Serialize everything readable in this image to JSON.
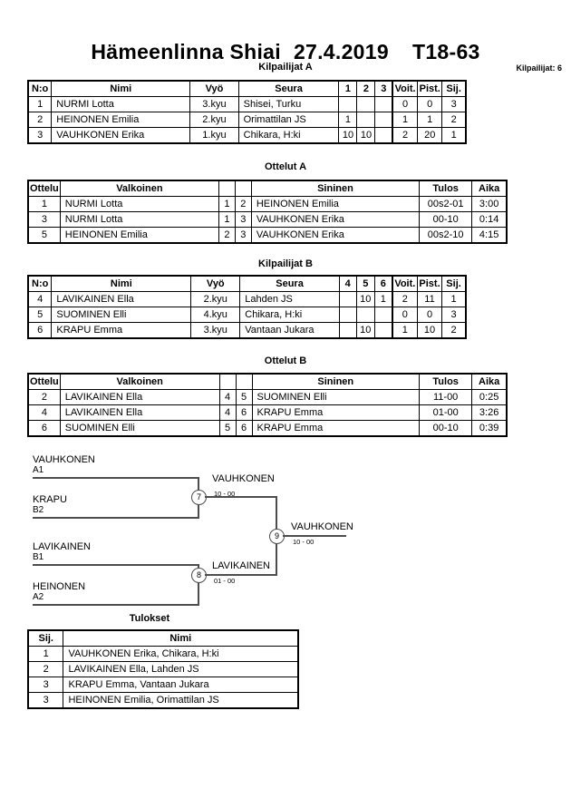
{
  "header": {
    "event": "Hämeenlinna Shiai",
    "date": "27.4.2019",
    "category": "T18-63",
    "competitor_count_label": "Kilpailijat: 6"
  },
  "sections": {
    "pool_a_caption": "Kilpailijat A",
    "matches_a_caption": "Ottelut A",
    "pool_b_caption": "Kilpailijat B",
    "matches_b_caption": "Ottelut B",
    "results_caption": "Tulokset"
  },
  "pool_headers": {
    "no": "N:o",
    "nimi": "Nimi",
    "vyo": "Vyö",
    "seura": "Seura",
    "voit": "Voit.",
    "pist": "Pist.",
    "sij": "Sij."
  },
  "pool_a": {
    "score_cols": [
      "1",
      "2",
      "3"
    ],
    "rows": [
      {
        "no": "1",
        "nimi": "NURMI Lotta",
        "vyo": "3.kyu",
        "seura": "Shisei, Turku",
        "s": [
          "",
          "",
          ""
        ],
        "voit": "0",
        "pist": "0",
        "sij": "3"
      },
      {
        "no": "2",
        "nimi": "HEINONEN Emilia",
        "vyo": "2.kyu",
        "seura": "Orimattilan JS",
        "s": [
          "1",
          "",
          ""
        ],
        "voit": "1",
        "pist": "1",
        "sij": "2"
      },
      {
        "no": "3",
        "nimi": "VAUHKONEN Erika",
        "vyo": "1.kyu",
        "seura": "Chikara, H:ki",
        "s": [
          "10",
          "10",
          ""
        ],
        "voit": "2",
        "pist": "20",
        "sij": "1"
      }
    ]
  },
  "pool_b": {
    "score_cols": [
      "4",
      "5",
      "6"
    ],
    "rows": [
      {
        "no": "4",
        "nimi": "LAVIKAINEN Ella",
        "vyo": "2.kyu",
        "seura": "Lahden JS",
        "s": [
          "",
          "10",
          "1"
        ],
        "voit": "2",
        "pist": "11",
        "sij": "1"
      },
      {
        "no": "5",
        "nimi": "SUOMINEN Elli",
        "vyo": "4.kyu",
        "seura": "Chikara, H:ki",
        "s": [
          "",
          "",
          ""
        ],
        "voit": "0",
        "pist": "0",
        "sij": "3"
      },
      {
        "no": "6",
        "nimi": "KRAPU Emma",
        "vyo": "3.kyu",
        "seura": "Vantaan Jukara",
        "s": [
          "",
          "10",
          ""
        ],
        "voit": "1",
        "pist": "10",
        "sij": "2"
      }
    ]
  },
  "match_headers": {
    "ottelu": "Ottelu",
    "valkoinen": "Valkoinen",
    "sininen": "Sininen",
    "tulos": "Tulos",
    "aika": "Aika"
  },
  "matches_a": [
    {
      "ottelu": "1",
      "white": "NURMI Lotta",
      "wn": "1",
      "bn": "2",
      "blue": "HEINONEN Emilia",
      "tulos": "00s2-01",
      "aika": "3:00"
    },
    {
      "ottelu": "3",
      "white": "NURMI Lotta",
      "wn": "1",
      "bn": "3",
      "blue": "VAUHKONEN Erika",
      "tulos": "00-10",
      "aika": "0:14"
    },
    {
      "ottelu": "5",
      "white": "HEINONEN Emilia",
      "wn": "2",
      "bn": "3",
      "blue": "VAUHKONEN Erika",
      "tulos": "00s2-10",
      "aika": "4:15"
    }
  ],
  "matches_b": [
    {
      "ottelu": "2",
      "white": "LAVIKAINEN Ella",
      "wn": "4",
      "bn": "5",
      "blue": "SUOMINEN Elli",
      "tulos": "11-00",
      "aika": "0:25"
    },
    {
      "ottelu": "4",
      "white": "LAVIKAINEN Ella",
      "wn": "4",
      "bn": "6",
      "blue": "KRAPU Emma",
      "tulos": "01-00",
      "aika": "3:26"
    },
    {
      "ottelu": "6",
      "white": "SUOMINEN Elli",
      "wn": "5",
      "bn": "6",
      "blue": "KRAPU Emma",
      "tulos": "00-10",
      "aika": "0:39"
    }
  ],
  "bracket": {
    "entrants": [
      {
        "name": "VAUHKONEN",
        "seed": "A1"
      },
      {
        "name": "KRAPU",
        "seed": "B2"
      },
      {
        "name": "LAVIKAINEN",
        "seed": "B1"
      },
      {
        "name": "HEINONEN",
        "seed": "A2"
      }
    ],
    "semifinal_top": {
      "node": "7",
      "winner": "VAUHKONEN",
      "score": "10 - 00"
    },
    "semifinal_bottom": {
      "node": "8",
      "winner": "LAVIKAINEN",
      "score": "01 - 00"
    },
    "final": {
      "node": "9",
      "winner": "VAUHKONEN",
      "score": "10 - 00"
    }
  },
  "results_headers": {
    "sij": "Sij.",
    "nimi": "Nimi"
  },
  "results": [
    {
      "sij": "1",
      "nimi": "VAUHKONEN Erika, Chikara, H:ki"
    },
    {
      "sij": "2",
      "nimi": "LAVIKAINEN Ella, Lahden JS"
    },
    {
      "sij": "3",
      "nimi": "KRAPU Emma, Vantaan Jukara"
    },
    {
      "sij": "3",
      "nimi": "HEINONEN Emilia, Orimattilan JS"
    }
  ]
}
